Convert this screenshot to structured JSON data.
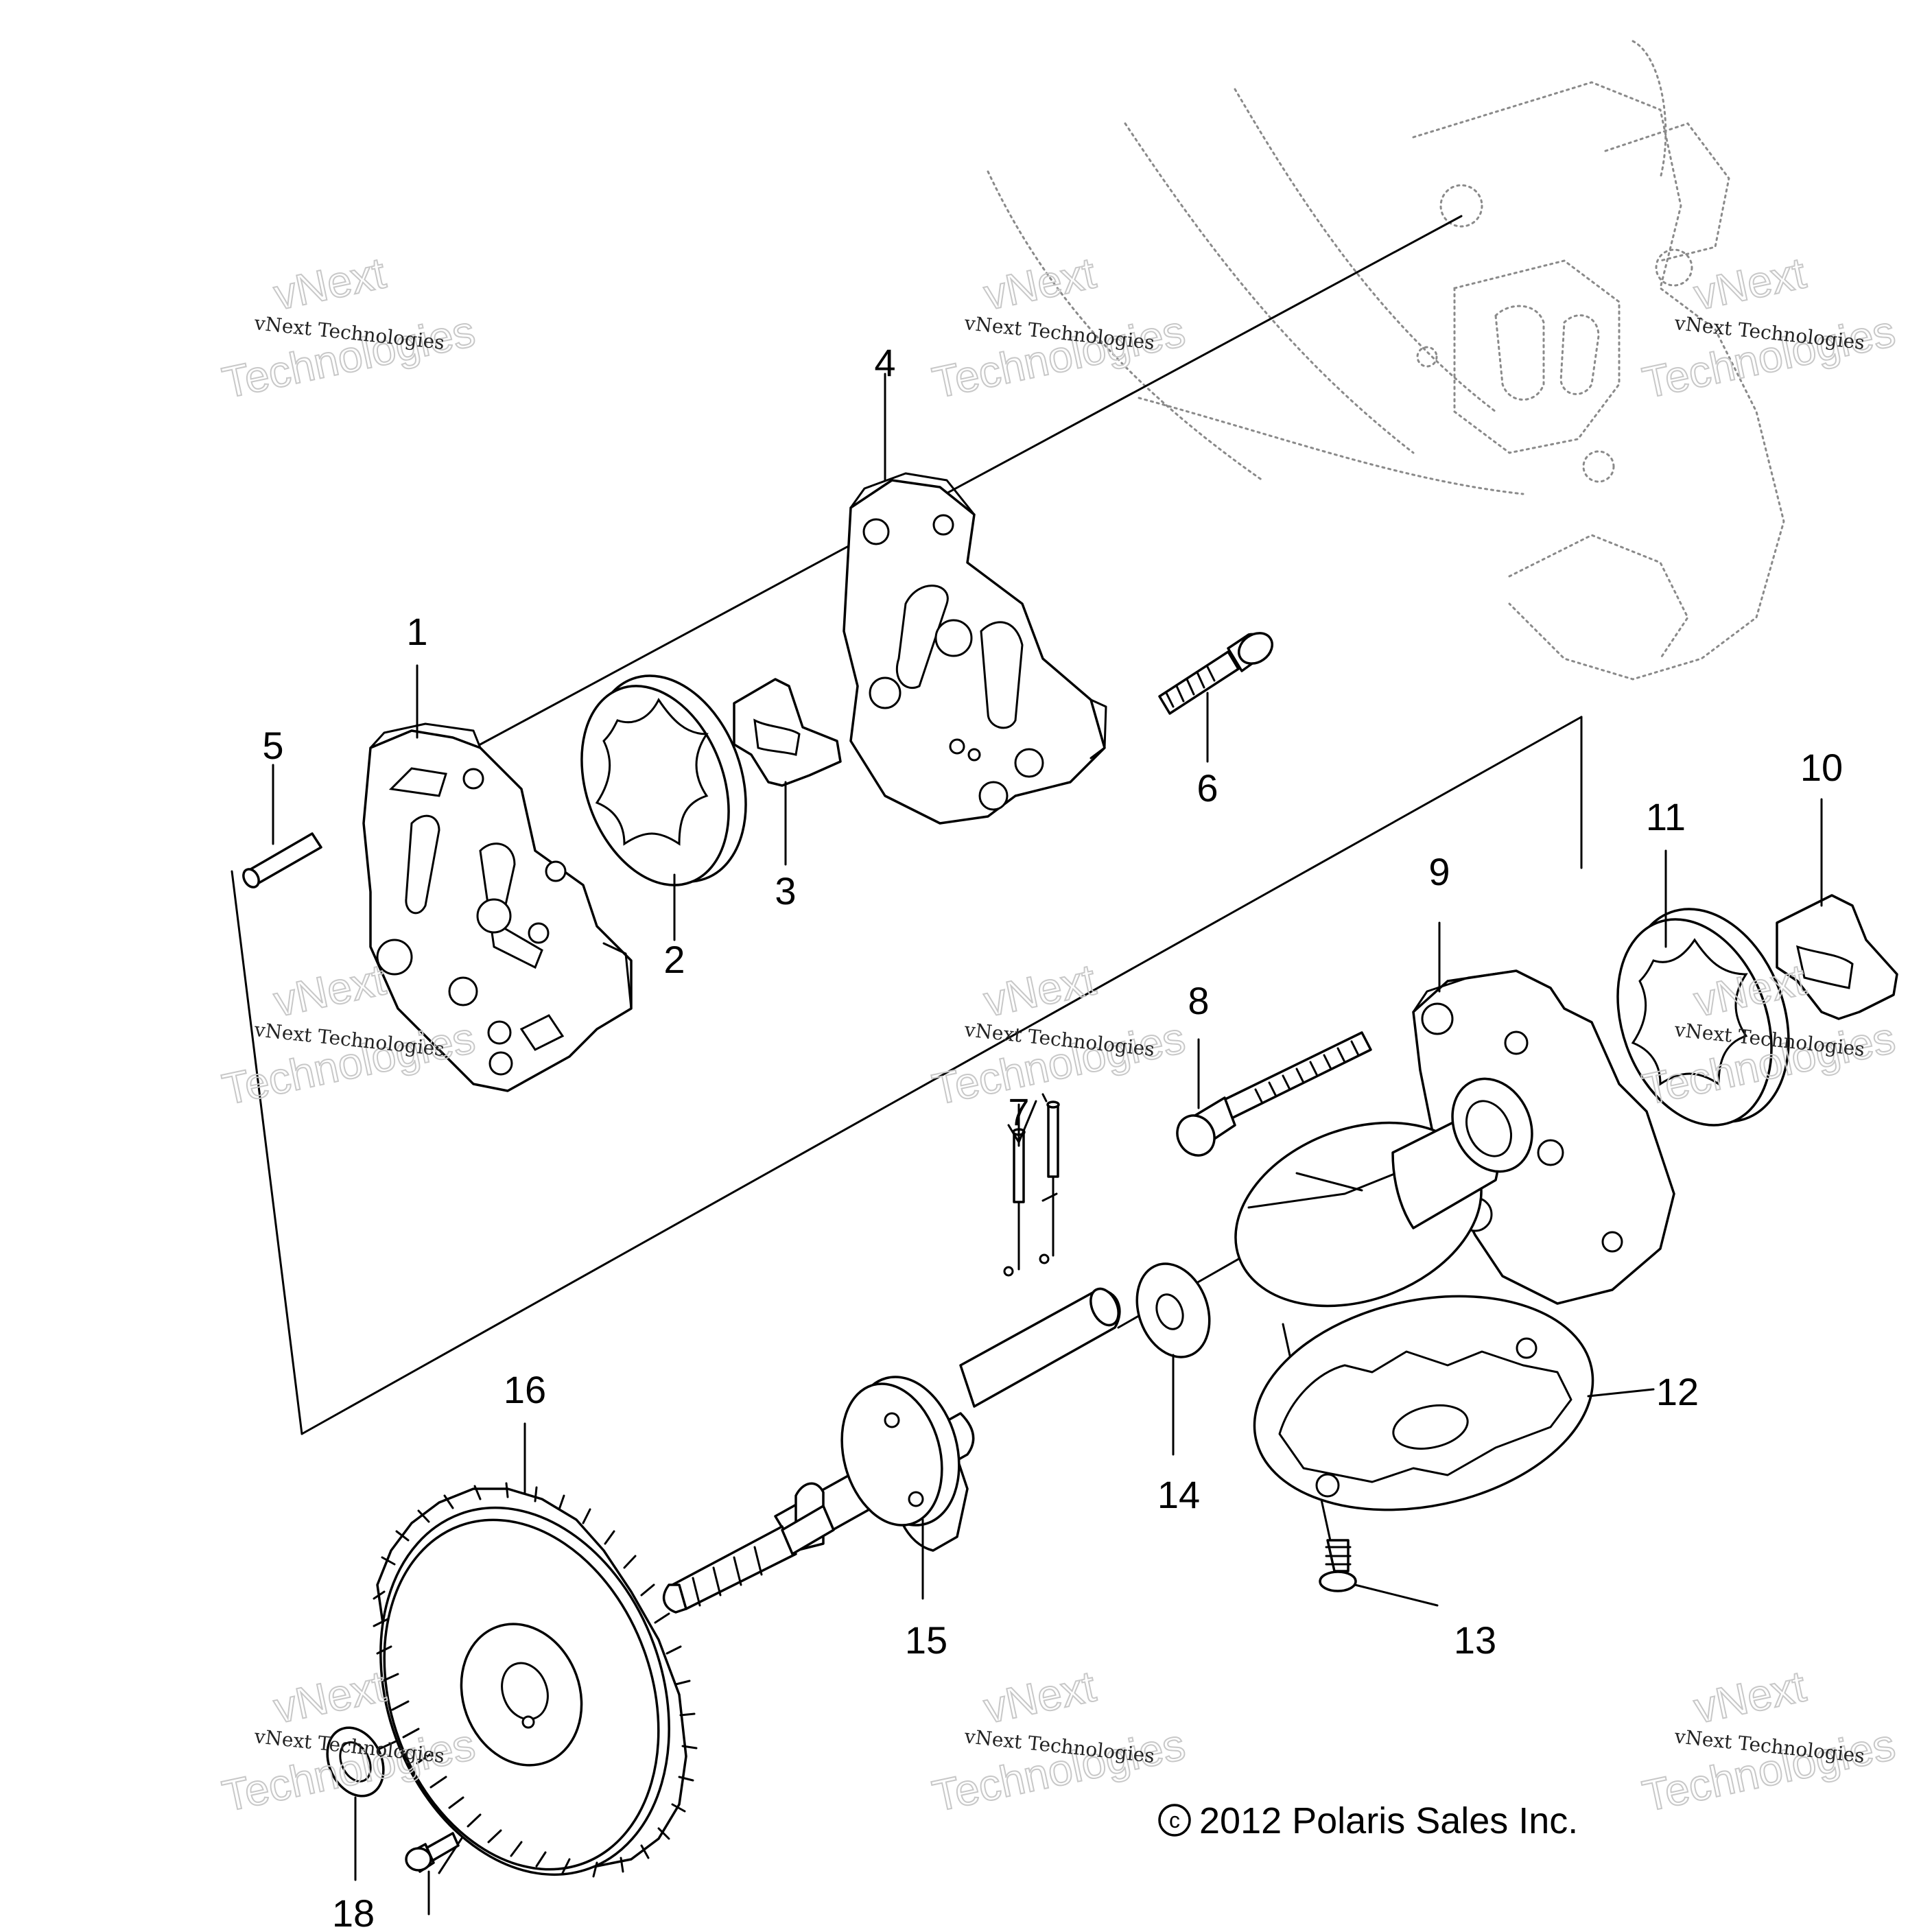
{
  "diagram": {
    "callouts": [
      "1",
      "2",
      "3",
      "4",
      "5",
      "6",
      "7",
      "8",
      "9",
      "10",
      "11",
      "12",
      "13",
      "14",
      "15",
      "16",
      "18"
    ],
    "watermark": {
      "brand": "vNext",
      "line_small": "vNext Technologies",
      "line_big": "Technologies"
    },
    "copyright": "2012 Polaris Sales Inc.",
    "copyright_symbol": "c"
  }
}
